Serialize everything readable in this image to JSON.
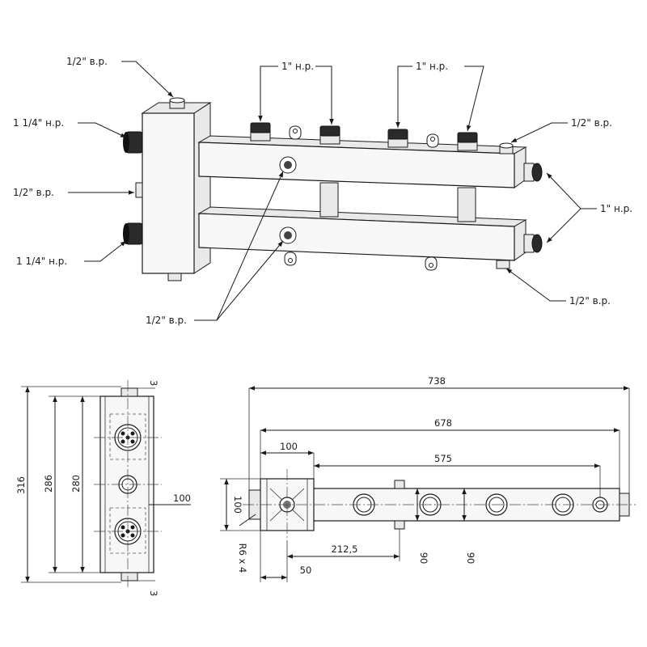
{
  "callouts": {
    "top_plug": "1/2\" в.р.",
    "left_top_inlet": "1 1/4\" н.р.",
    "left_mid_port": "1/2\" в.р.",
    "left_bottom_inlet": "1 1/4\" н.р.",
    "top_outlets": "1\" н.р.",
    "top_outlets_2": "1\" н.р.",
    "right_top_port": "1/2\" в.р.",
    "right_outlets": "1\" н.р.",
    "bottom_right_port": "1/2\" в.р.",
    "front_ports": "1/2\" в.р."
  },
  "dimensions": {
    "total_length": "738",
    "manifold_length": "678",
    "block_width": "100",
    "outlet_span": "575",
    "block_height": "100",
    "first_outlet_offset": "212,5",
    "bracket_offset": "50",
    "pitch_a": "90",
    "pitch_b": "90",
    "mount_holes": "R6 x 4",
    "overall_height": "316",
    "body_height": "286",
    "port_spacing": "280",
    "side_depth": "100",
    "cap_top": "3",
    "cap_bottom": "3"
  }
}
